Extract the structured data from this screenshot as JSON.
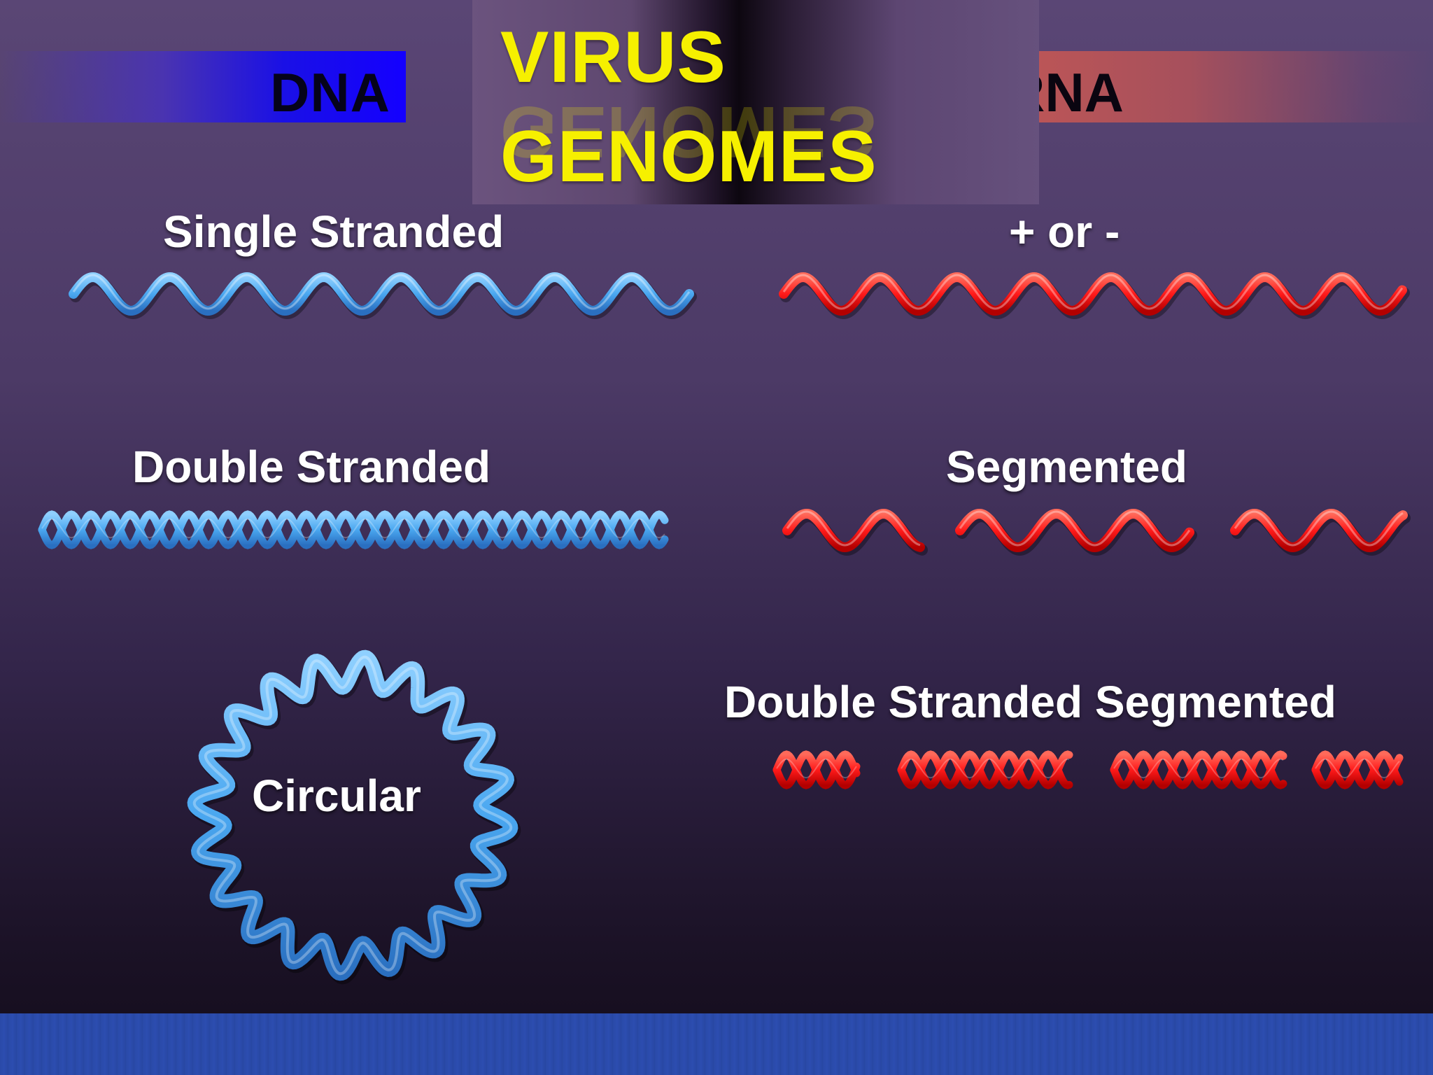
{
  "title": {
    "line1": "VIRUS",
    "line2": "GENOMES"
  },
  "dna": {
    "header": "DNA",
    "single_stranded": "Single Stranded",
    "double_stranded": "Double Stranded",
    "circular": "Circular"
  },
  "rna": {
    "header": "RNA",
    "plus_minus": "+  or -",
    "segmented": "Segmented",
    "double_stranded_segmented": "Double Stranded Segmented"
  },
  "colors": {
    "dna_strand": "#4aa7f0",
    "rna_strand": "#ff1a1a",
    "title": "#f6f000",
    "label": "#ffffff"
  }
}
